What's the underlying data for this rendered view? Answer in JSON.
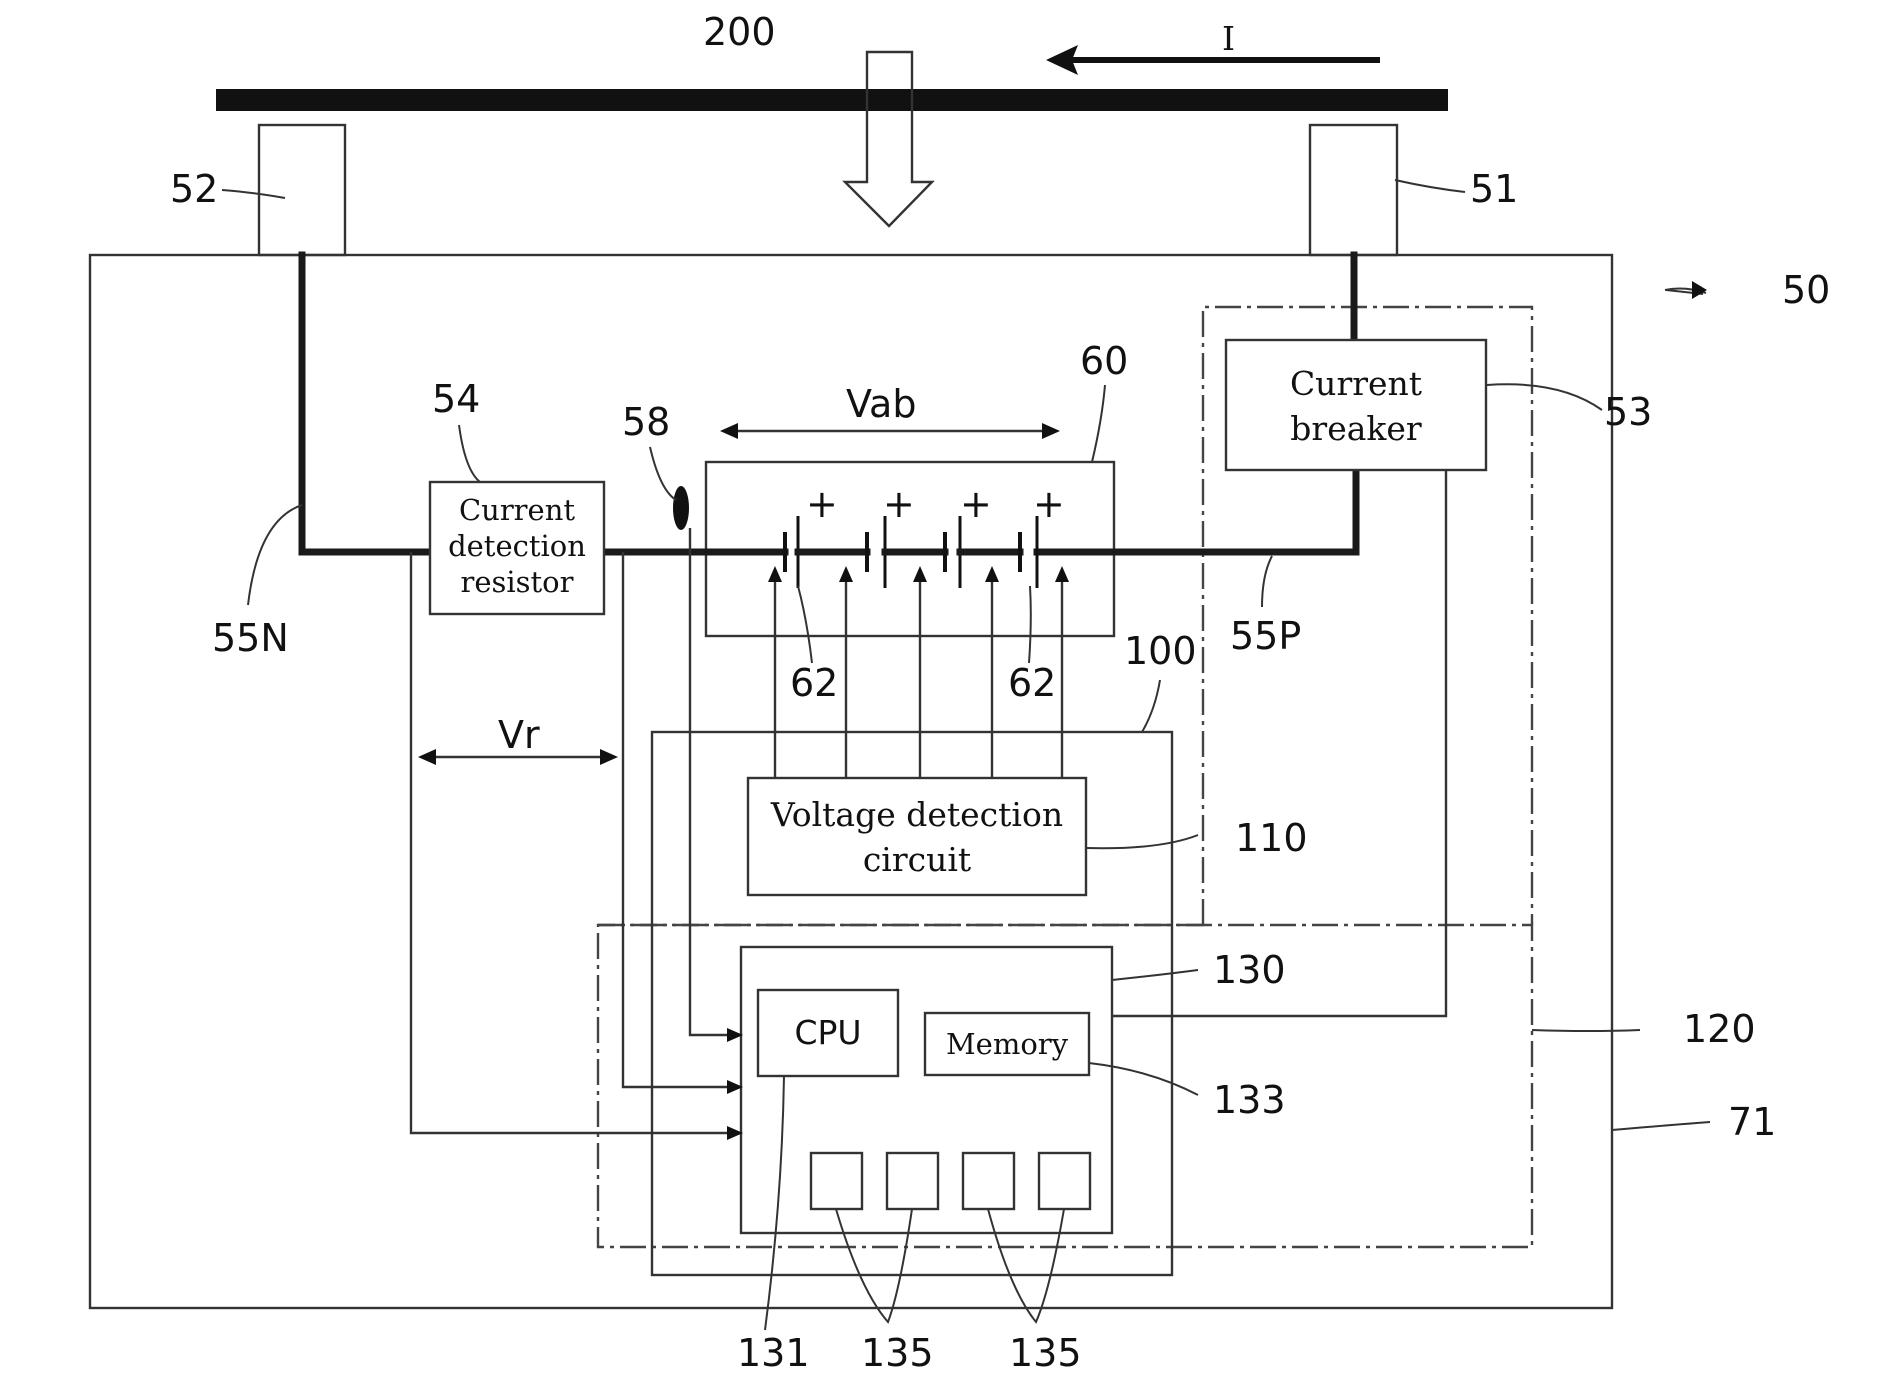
{
  "refs": {
    "r200": "200",
    "rI": "I",
    "r52": "52",
    "r51": "51",
    "r50": "50",
    "r60": "60",
    "r53": "53",
    "r54": "54",
    "r58": "58",
    "rVab": "Vab",
    "r55N": "55N",
    "r55P": "55P",
    "r62a": "62",
    "r62b": "62",
    "r100": "100",
    "rVr": "Vr",
    "r110": "110",
    "r130": "130",
    "r120": "120",
    "r133": "133",
    "r71": "71",
    "r131": "131",
    "r135a": "135",
    "r135b": "135"
  },
  "blocks": {
    "current_breaker": [
      "Current",
      "breaker"
    ],
    "current_detection_resistor": [
      "Current",
      "detection",
      "resistor"
    ],
    "voltage_detection_circuit": [
      "Voltage detection",
      "circuit"
    ],
    "cpu": "CPU",
    "memory": "Memory"
  },
  "battery_plus": [
    "+",
    "+",
    "+",
    "+"
  ]
}
